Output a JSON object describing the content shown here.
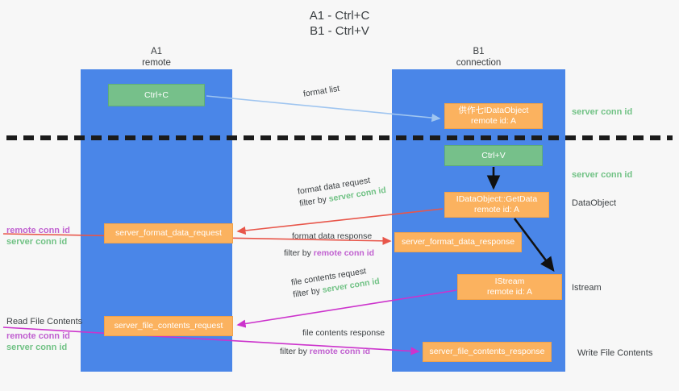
{
  "title": {
    "line1": "A1 - Ctrl+C",
    "line2": "B1 - Ctrl+V"
  },
  "lanes": [
    {
      "id": "a1",
      "name": "A1",
      "role": "remote",
      "color": "#4a86e8"
    },
    {
      "id": "b1",
      "name": "B1",
      "role": "connection",
      "color": "#4a86e8"
    }
  ],
  "boxes": {
    "ctrl_c": {
      "line1": "Ctrl+C",
      "line2": "",
      "color": "#76c08a"
    },
    "idataobject": {
      "line1": "供作七IDataObject",
      "line2": "remote id: A",
      "color": "#fbb25f"
    },
    "ctrl_v": {
      "line1": "Ctrl+V",
      "line2": "",
      "color": "#76c08a"
    },
    "getdata": {
      "line1": "IDataObject::GetData",
      "line2": "remote id: A",
      "color": "#fbb25f"
    },
    "server_format_data_request": {
      "line1": "server_format_data_request",
      "line2": "",
      "color": "#fbb25f"
    },
    "server_format_data_response": {
      "line1": "server_format_data_response",
      "line2": "",
      "color": "#fbb25f"
    },
    "istream": {
      "line1": "IStream",
      "line2": "remote id: A",
      "color": "#fbb25f"
    },
    "server_file_contents_request": {
      "line1": "server_file_contents_request",
      "line2": "",
      "color": "#fbb25f"
    },
    "server_file_contents_response": {
      "line1": "server_file_contents_response",
      "line2": "",
      "color": "#fbb25f"
    }
  },
  "edge_labels": {
    "format_list": "format list",
    "format_data_request": "format data request",
    "format_data_request_filter_prefix": "filter by ",
    "format_data_request_filter_value": "server conn id",
    "format_data_response": "format data response",
    "format_data_response_filter_prefix": "filter by ",
    "format_data_response_filter_value": "remote conn id",
    "file_contents_request": "file contents request",
    "file_contents_request_filter_prefix": "filter by ",
    "file_contents_request_filter_value": "server conn id",
    "file_contents_response": "file contents response",
    "file_contents_response_filter_prefix": "filter by ",
    "file_contents_response_filter_value": "remote conn id"
  },
  "annotations": {
    "server_conn_id_top": "server conn id",
    "server_conn_id_mid": "server conn id",
    "dataobject": "DataObject",
    "istream": "Istream",
    "write_file_contents": "Write File Contents",
    "read_file_contents": "Read File Contents",
    "remote_conn_id_mid": "remote conn id",
    "server_conn_id_left_mid": "server conn id",
    "remote_conn_id_bottom": "remote conn id",
    "server_conn_id_left_bottom": "server conn id"
  },
  "colors": {
    "lane": "#4a86e8",
    "green_box": "#76c08a",
    "orange_box": "#fbb25f",
    "green_text": "#71c285",
    "magenta_text": "#c060d0",
    "arrow_blue": "#9fc5f0",
    "arrow_red": "#e8564a",
    "arrow_magenta": "#cc33cc",
    "arrow_black": "#111111",
    "background": "#f7f7f7"
  }
}
